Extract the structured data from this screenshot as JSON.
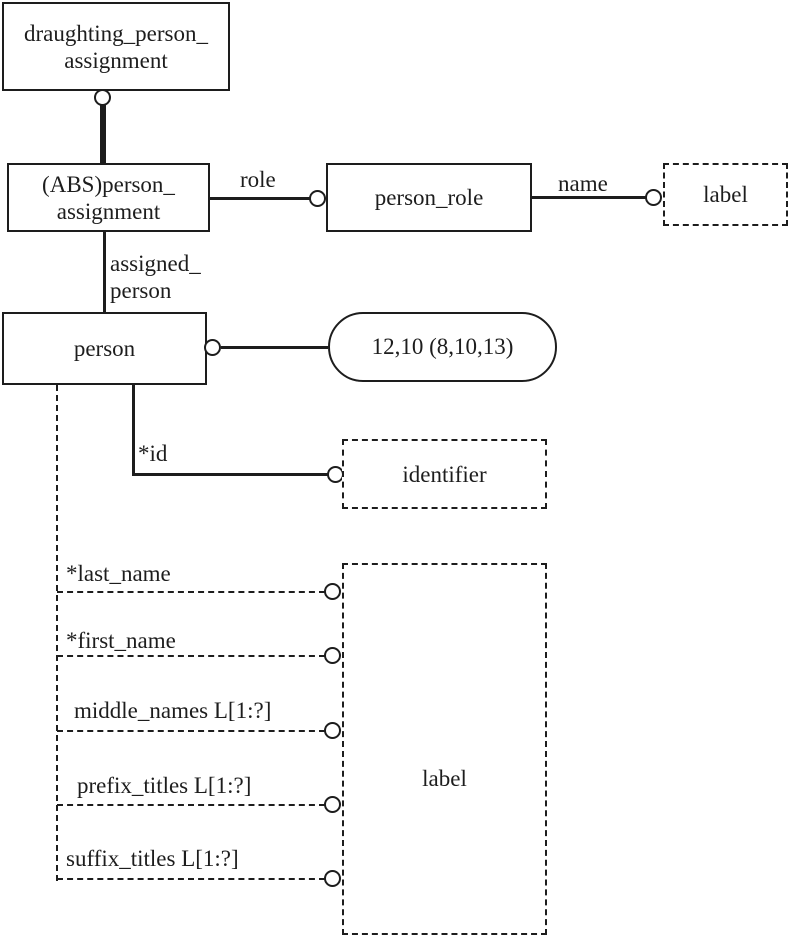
{
  "colors": {
    "ink": "#1d1d1d",
    "background": "#ffffff"
  },
  "entities": {
    "draughting_person_assignment": {
      "line1": "draughting_person_",
      "line2": "assignment"
    },
    "person_assignment": {
      "line1": "(ABS)person_",
      "line2": "assignment"
    },
    "person_role": {
      "label": "person_role"
    },
    "role_name_type": {
      "label": "label"
    },
    "person": {
      "label": "person"
    },
    "page_ref": {
      "label": "12,10 (8,10,13)"
    },
    "identifier_type": {
      "label": "identifier"
    },
    "person_attr_type": {
      "label": "label"
    }
  },
  "relations": {
    "role": {
      "label": "role"
    },
    "name": {
      "label": "name"
    },
    "assigned_person": {
      "line1": "assigned_",
      "line2": "person"
    },
    "id": {
      "label": "*id"
    },
    "last_name": {
      "label": "*last_name"
    },
    "first_name": {
      "label": "*first_name"
    },
    "middle_names": {
      "label": "middle_names L[1:?]"
    },
    "prefix_titles": {
      "label": "prefix_titles L[1:?]"
    },
    "suffix_titles": {
      "label": "suffix_titles L[1:?]"
    }
  }
}
